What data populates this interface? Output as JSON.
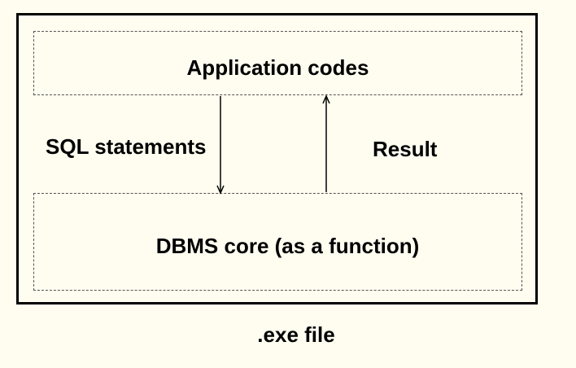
{
  "diagram": {
    "application_box_label": "Application codes",
    "dbms_box_label": "DBMS core (as a function)",
    "sql_label": "SQL statements",
    "result_label": "Result",
    "exe_label": ".exe file"
  },
  "colors": {
    "background": "#fffdf0",
    "stroke": "#000000",
    "dashed_border": "#555555"
  }
}
